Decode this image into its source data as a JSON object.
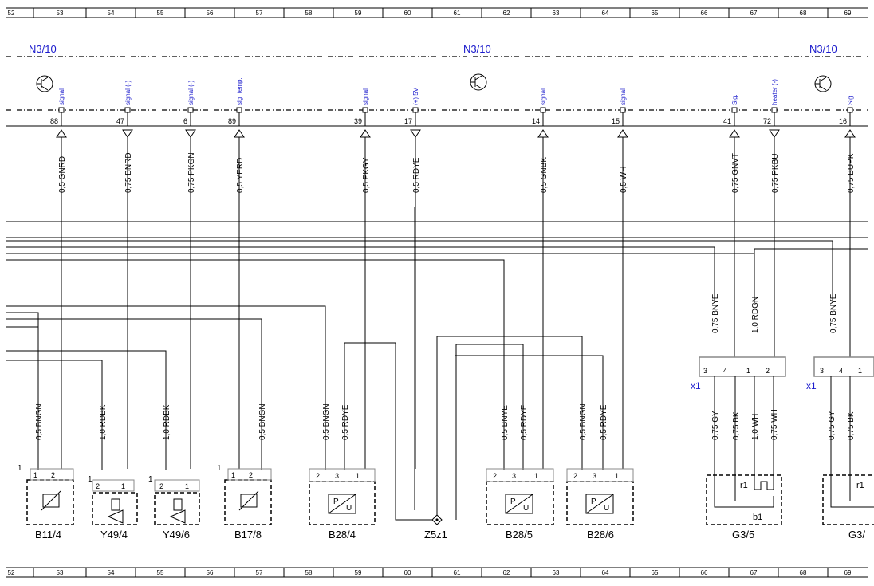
{
  "grid": [
    "52",
    "53",
    "54",
    "55",
    "56",
    "57",
    "58",
    "59",
    "60",
    "61",
    "62",
    "63",
    "64",
    "65",
    "66",
    "67",
    "68",
    "69"
  ],
  "modules": [
    "N3/10",
    "N3/10",
    "N3/10"
  ],
  "connectors": [
    {
      "pin": "88",
      "sig": "signal",
      "wire": "0,5 GNRD"
    },
    {
      "pin": "47",
      "sig": "signal (-)",
      "wire": "0,75 BNRD"
    },
    {
      "pin": "6",
      "sig": "signal (-)",
      "wire": "0,75 PKGN"
    },
    {
      "pin": "89",
      "sig": "sig. temp.",
      "wire": "0,5 YERD"
    },
    {
      "pin": "39",
      "sig": "signal",
      "wire": "0,5 PKGY"
    },
    {
      "pin": "17",
      "sig": "(+) 5V",
      "wire": "0,5 RDYE"
    },
    {
      "pin": "14",
      "sig": "signal",
      "wire": "0,5 GNBK"
    },
    {
      "pin": "15",
      "sig": "signal",
      "wire": "0,5 WH"
    },
    {
      "pin": "41",
      "sig": "Sig.",
      "wire": "0,75 GNVT"
    },
    {
      "pin": "72",
      "sig": "heater (-)",
      "wire": "0,75 PKBU"
    },
    {
      "pin": "16",
      "sig": "Sig.",
      "wire": "0,75 BUPK"
    }
  ],
  "mid_wires": [
    "0,75 BNYE",
    "1,0 RDGN",
    "0,75 BNYE"
  ],
  "lower_wires": [
    "0,5 BNGN",
    "1,0 RDBK",
    "1,0 RDBK",
    "0,5 BNGN",
    "0,5 BNGN",
    "0,5 RDYE",
    "0,5 BNYE",
    "0,5 RDYE",
    "0,5 BNGN",
    "0,5 RDYE",
    "0,75 GY",
    "0,75 BK",
    "1,0 WH",
    "0,75 WH",
    "0,75 GY",
    "0,75 BK"
  ],
  "x1_labels": [
    "x1",
    "x1"
  ],
  "x1_pins": [
    "3",
    "4",
    "1",
    "2",
    "3",
    "4",
    "1"
  ],
  "components": [
    "B11/4",
    "Y49/4",
    "Y49/6",
    "B17/8",
    "B28/4",
    "Z5z1",
    "B28/5",
    "B28/6",
    "G3/5",
    "G3/"
  ],
  "comp_pins": [
    "1",
    "2",
    "2",
    "1",
    "2",
    "1",
    "1",
    "2",
    "2",
    "3",
    "1",
    "2",
    "3",
    "1",
    "2",
    "3",
    "1"
  ],
  "comp_corner": [
    "1",
    "1",
    "1",
    "1"
  ],
  "pu_labels": [
    "P",
    "U"
  ],
  "g3_labels": [
    "r1",
    "b1",
    "r1"
  ],
  "colors": {
    "blue": "#1a1acc",
    "ink": "#000000"
  }
}
